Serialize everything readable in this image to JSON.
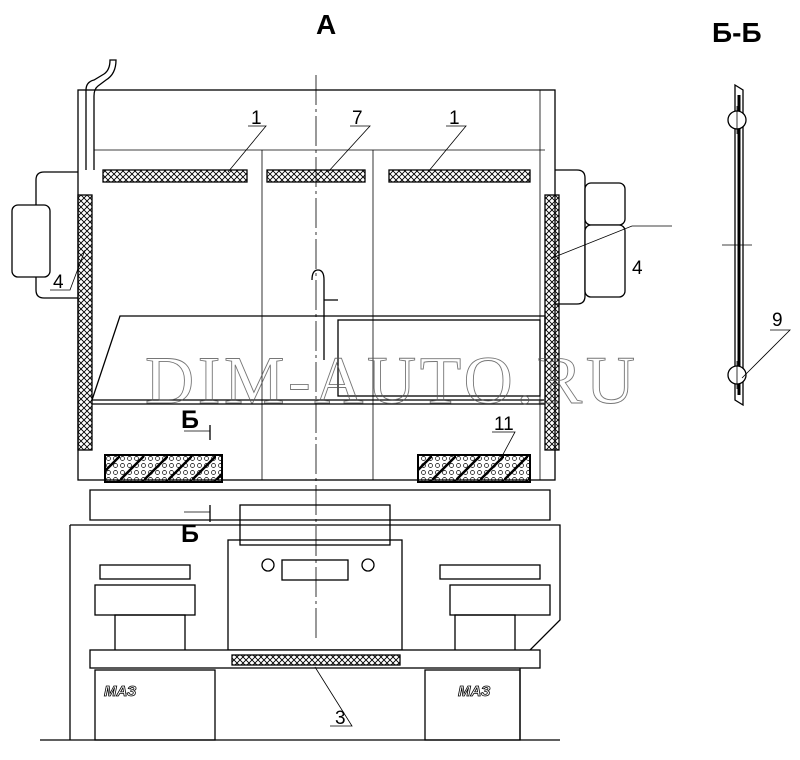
{
  "view_label": "А",
  "section_title": "Б-Б",
  "section_marks": [
    "Б",
    "Б"
  ],
  "callouts": {
    "top_left_reflector": "1",
    "top_center_reflector": "7",
    "top_right_reflector": "1",
    "left_side_reflector": "4",
    "right_side_reflector": "4",
    "lower_reflector": "11",
    "bumper_reflector": "3",
    "section_fastener": "9"
  },
  "logos": [
    "МАЗ",
    "МАЗ"
  ],
  "watermark": "DIM-AUTO.RU"
}
